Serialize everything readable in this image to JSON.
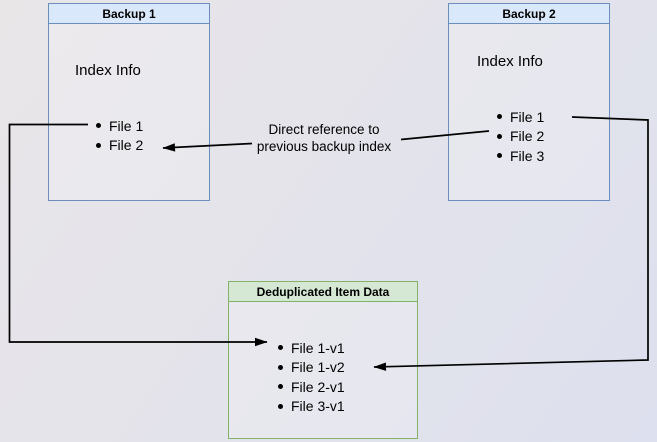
{
  "boxes": {
    "backup1": {
      "title": "Backup 1",
      "subtitle": "Index Info",
      "items": [
        "File 1",
        "File 2"
      ]
    },
    "backup2": {
      "title": "Backup 2",
      "subtitle": "Index Info",
      "items": [
        "File 1",
        "File 2",
        "File 3"
      ]
    },
    "dedup": {
      "title": "Deduplicated Item Data",
      "items": [
        "File 1-v1",
        "File 1-v2",
        "File 2-v1",
        "File 3-v1"
      ]
    }
  },
  "annotation": {
    "line1": "Direct reference to",
    "line2": "previous backup index"
  },
  "colors": {
    "blue_fill": "#dae8fc",
    "blue_stroke": "#6c8ebf",
    "green_fill": "#d5e8d4",
    "green_stroke": "#82b366",
    "connector": "#000000",
    "bg_from": "#e9e6e8",
    "bg_to": "#dde0ee"
  }
}
